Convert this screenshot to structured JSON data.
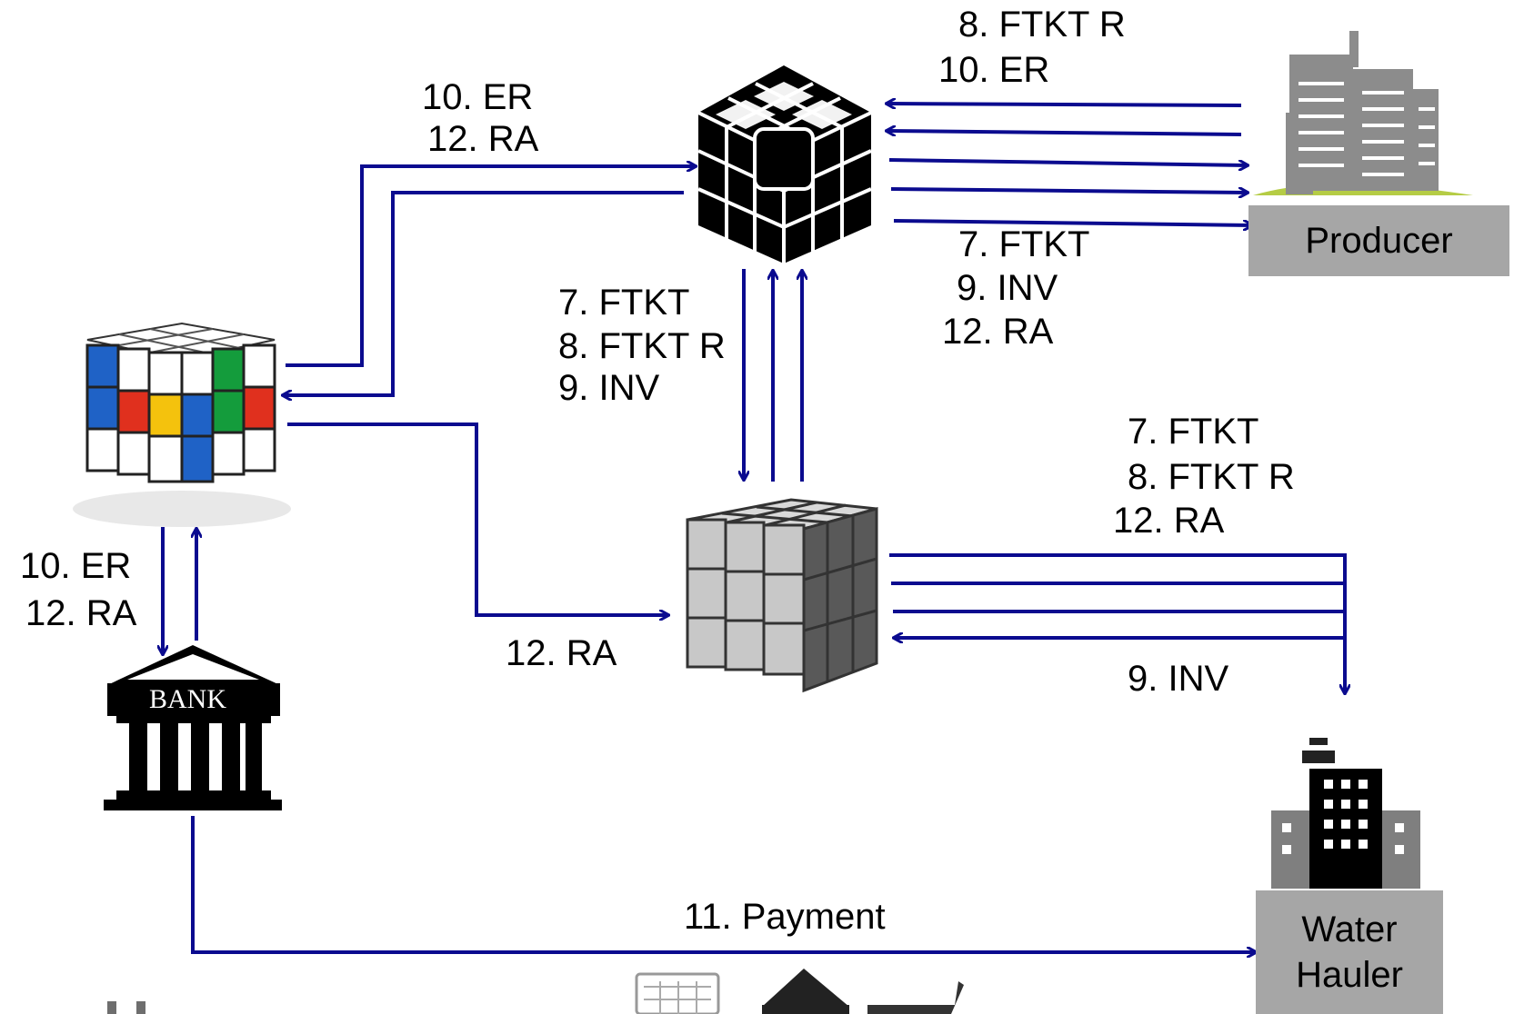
{
  "nodes": {
    "producer": {
      "label": "Producer"
    },
    "water_hauler": {
      "label": "Water Hauler",
      "line1": "Water",
      "line2": "Hauler"
    },
    "bank": {
      "label": "BANK"
    }
  },
  "flows": {
    "producer_top": [
      "8. FTKT R",
      "10. ER"
    ],
    "producer_bottom": [
      "7. FTKT",
      "9. INV",
      "12. RA"
    ],
    "left_top": [
      "10. ER",
      "12. RA"
    ],
    "center_vertical": [
      "7. FTKT",
      "8. FTKT R",
      "9. INV"
    ],
    "hauler_top": [
      "7. FTKT",
      "8. FTKT R",
      "12. RA"
    ],
    "hauler_bottom": "9. INV",
    "bank_side": [
      "10. ER",
      "12. RA"
    ],
    "grey_cube_left": "12. RA",
    "payment": "11. Payment"
  },
  "colors": {
    "arrow": "#0b0b8f",
    "label_box": "#a6a6a6",
    "ground": "#b5cc45",
    "building": "#8c8c8c"
  }
}
